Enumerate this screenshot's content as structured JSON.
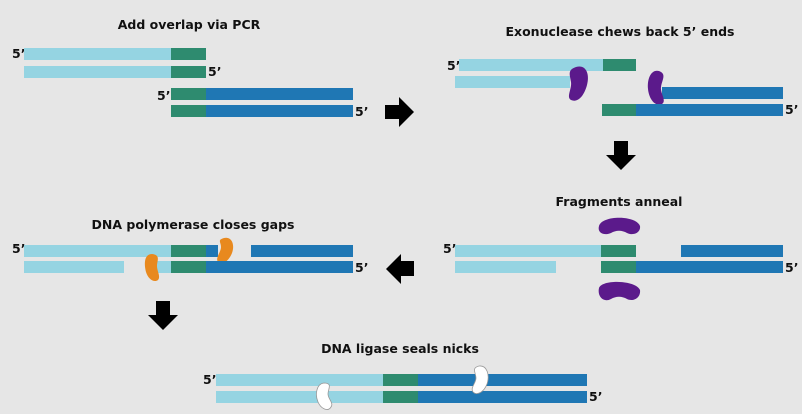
{
  "colors": {
    "background": "#e6e6e6",
    "light_blue": "#95d4e2",
    "dark_blue": "#1f77b4",
    "green": "#2e8b6f",
    "exonuclease": "#5b1a8b",
    "polymerase": "#e8891e",
    "ligase": "#ffffff",
    "arrow": "#000000"
  },
  "steps": {
    "pcr": {
      "title": "Add overlap via PCR"
    },
    "exonuclease": {
      "title": "Exonuclease chews back 5’ ends"
    },
    "anneal": {
      "title": "Fragments anneal"
    },
    "polymerase": {
      "title": "DNA polymerase closes gaps"
    },
    "ligase": {
      "title": "DNA ligase seals nicks"
    }
  },
  "end_label": "5’",
  "icons": [
    "arrow-right-icon",
    "arrow-down-icon",
    "arrow-left-icon",
    "arrow-down-icon"
  ]
}
